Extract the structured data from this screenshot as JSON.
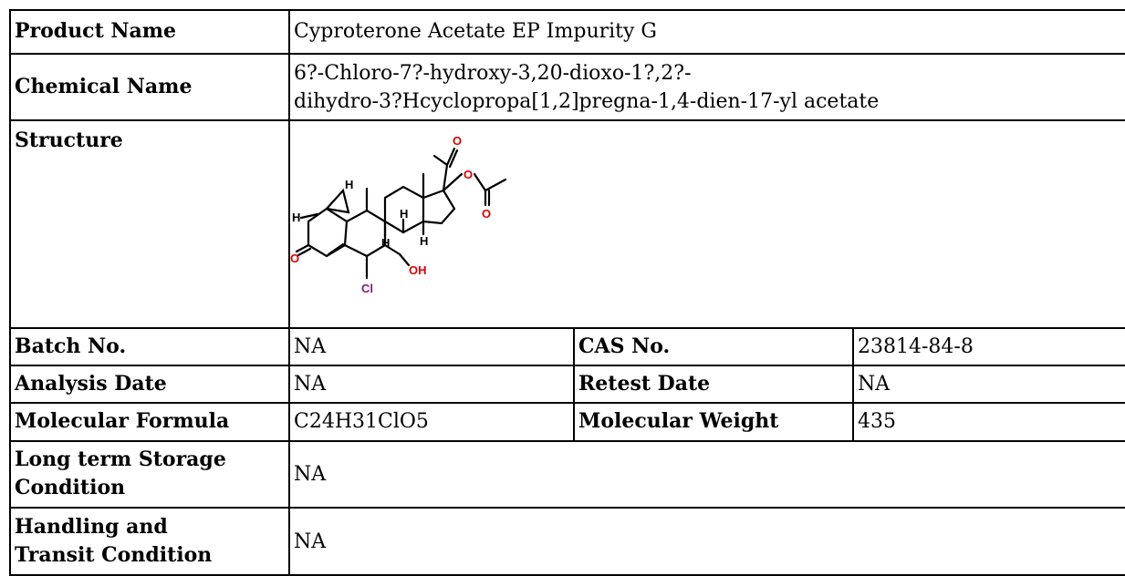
{
  "product": {
    "label": "Product Name",
    "value": "Cyproterone Acetate EP Impurity G"
  },
  "chemical": {
    "label": "Chemical Name",
    "line1": "6?-Chloro-7?-hydroxy-3,20-dioxo-1?,2?-",
    "line2": "dihydro-3?Hcyclopropa[1,2]pregna-1,4-dien-17-yl acetate"
  },
  "structure": {
    "label": "Structure",
    "atoms": {
      "oxygen": "O",
      "hydroxyl": "OH",
      "chlorine": "Cl",
      "hydrogen": "H"
    }
  },
  "batch": {
    "label": "Batch No.",
    "value": "NA"
  },
  "cas": {
    "label": "CAS No.",
    "value": "23814-84-8"
  },
  "analysis": {
    "label": "Analysis Date",
    "value": "NA"
  },
  "retest": {
    "label": "Retest Date",
    "value": "NA"
  },
  "formula": {
    "label": "Molecular Formula",
    "value": "C24H31ClO5"
  },
  "weight": {
    "label": "Molecular Weight",
    "value": "435"
  },
  "storage": {
    "label_line1": "Long term Storage",
    "label_line2": "Condition",
    "value": "NA"
  },
  "handling": {
    "label_line1": "Handling and",
    "label_line2": "Transit Condition",
    "value": "NA"
  },
  "colors": {
    "oxygen": "#e00000",
    "chlorine": "#8a1a6a",
    "border": "#000000"
  }
}
